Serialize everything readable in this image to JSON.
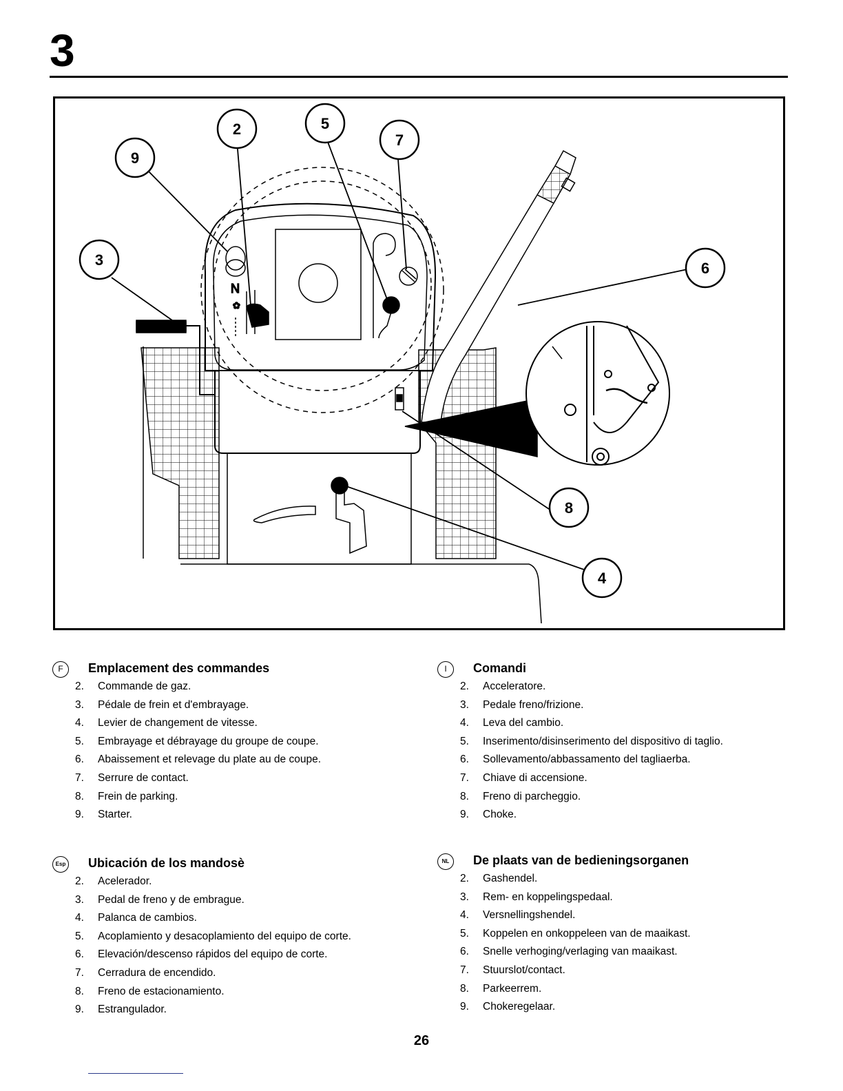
{
  "chapter": "3",
  "figure": {
    "callouts": [
      "2",
      "5",
      "7",
      "9",
      "3",
      "6",
      "8",
      "4"
    ],
    "neutral_mark": "N"
  },
  "sections": [
    {
      "lang": "F",
      "title": "Emplacement des commandes",
      "items": [
        {
          "n": "2.",
          "t": "Commande de gaz."
        },
        {
          "n": "3.",
          "t": "Pédale de frein et d'embrayage."
        },
        {
          "n": "4.",
          "t": "Levier de changement de vitesse."
        },
        {
          "n": "5.",
          "t": "Embrayage et débrayage du groupe de coupe."
        },
        {
          "n": "6.",
          "t": "Abaissement et relevage du plate au de coupe."
        },
        {
          "n": "7.",
          "t": "Serrure de contact."
        },
        {
          "n": "8.",
          "t": "Frein de parking."
        },
        {
          "n": "9.",
          "t": "Starter."
        }
      ]
    },
    {
      "lang": "I",
      "title": "Comandi",
      "items": [
        {
          "n": "2.",
          "t": "Acceleratore."
        },
        {
          "n": "3.",
          "t": "Pedale freno/frizione."
        },
        {
          "n": "4.",
          "t": "Leva del cambio."
        },
        {
          "n": "5.",
          "t": "Inserimento/disinserimento del dispositivo di taglio."
        },
        {
          "n": "6.",
          "t": "Sollevamento/abbassamento del tagliaerba."
        },
        {
          "n": "7.",
          "t": "Chiave di accensione."
        },
        {
          "n": "8.",
          "t": "Freno di parcheggio."
        },
        {
          "n": "9.",
          "t": "Choke."
        }
      ]
    },
    {
      "lang": "Esp",
      "title": "Ubicación de los mandosè",
      "items": [
        {
          "n": "2.",
          "t": "Acelerador."
        },
        {
          "n": "3.",
          "t": "Pedal de freno y de embrague."
        },
        {
          "n": "4.",
          "t": "Palanca de cambios."
        },
        {
          "n": "5.",
          "t": "Acoplamiento y desacoplamiento del equipo de corte."
        },
        {
          "n": "6.",
          "t": "Elevación/descenso rápidos del equipo de corte."
        },
        {
          "n": "7.",
          "t": "Cerradura de encendido."
        },
        {
          "n": "8.",
          "t": "Freno de estacionamiento."
        },
        {
          "n": "9.",
          "t": "Estrangulador."
        }
      ]
    },
    {
      "lang": "NL",
      "title": "De plaats van de bedieningsorganen",
      "items": [
        {
          "n": "2.",
          "t": "Gashendel."
        },
        {
          "n": "3.",
          "t": "Rem- en koppelingspedaal."
        },
        {
          "n": "4.",
          "t": "Versnellingshendel."
        },
        {
          "n": "5.",
          "t": "Koppelen en onkoppeleen van de maaikast."
        },
        {
          "n": "6.",
          "t": "Snelle verhoging/verlaging van maaikast."
        },
        {
          "n": "7.",
          "t": "Stuurslot/contact."
        },
        {
          "n": "8.",
          "t": "Parkeerrem."
        },
        {
          "n": "9.",
          "t": "Chokeregelaar."
        }
      ]
    }
  ],
  "page_number": "26"
}
